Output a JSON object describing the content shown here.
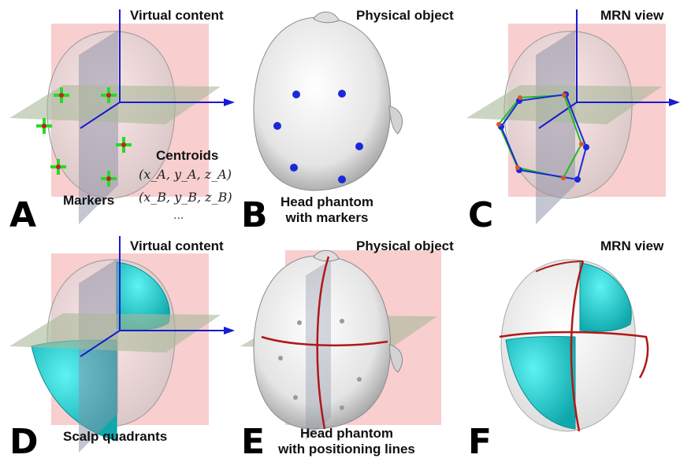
{
  "panels": [
    {
      "letter": "A",
      "title": "Virtual content"
    },
    {
      "letter": "B",
      "title": "Physical object"
    },
    {
      "letter": "C",
      "title": "MRN view"
    },
    {
      "letter": "D",
      "title": "Virtual content"
    },
    {
      "letter": "E",
      "title": "Physical object"
    },
    {
      "letter": "F",
      "title": "MRN view"
    }
  ],
  "annotations": {
    "markers": "Markers",
    "centroids": "Centroids",
    "centroid_a": "(x_A, y_A, z_A)",
    "centroid_b": "(x_B, y_B, z_B)",
    "ellipsis": "...",
    "head_phantom_markers_1": "Head phantom",
    "head_phantom_markers_2": "with markers",
    "scalp_quadrants": "Scalp quadrants",
    "head_phantom_lines_1": "Head phantom",
    "head_phantom_lines_2": "with positioning lines"
  },
  "colors": {
    "sagittal_plane": "#f3a5a8",
    "coronal_plane": "#8a8fa6",
    "axial_plane": "#a9b99a",
    "axis": "#1a1ad0",
    "marker_cross": "#22dd22",
    "marker_dot": "#1a2ad8",
    "scalp": "#22d4d4",
    "positioning_line": "#b01818",
    "head": "#d9d9d9"
  }
}
